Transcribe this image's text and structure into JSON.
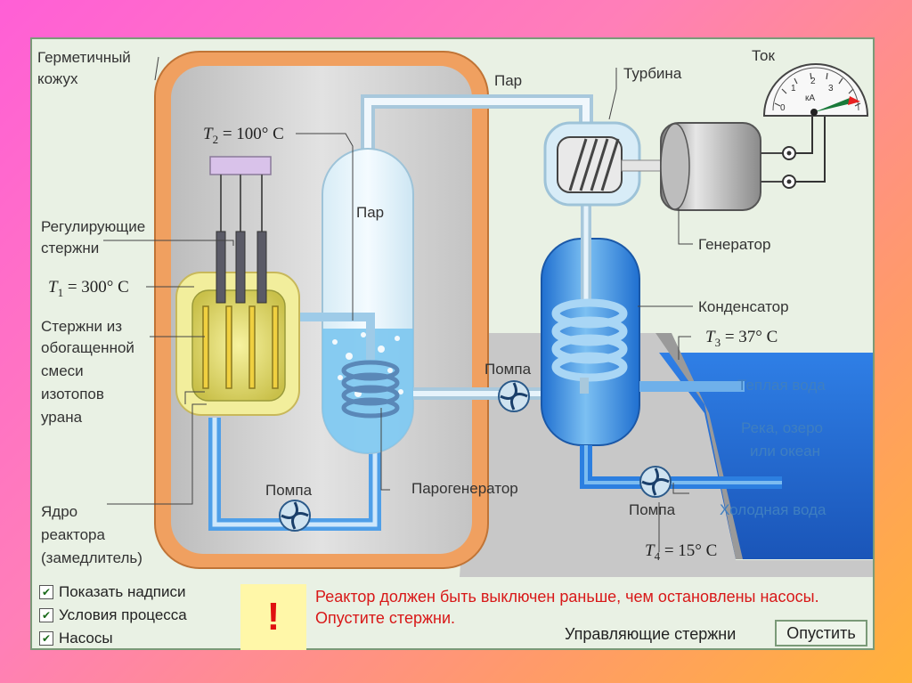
{
  "labels": {
    "casing_line1": "Герметичный",
    "casing_line2": "кожух",
    "steam_top": "Пар",
    "turbine": "Турбина",
    "current": "Ток",
    "t2": "T",
    "t2_sub": "2",
    "t2_val": " = 100° C",
    "steam_inner": "Пар",
    "rods_line1": "Регулирующие",
    "rods_line2": "стержни",
    "t1": "T",
    "t1_sub": "1",
    "t1_val": " = 300° C",
    "fuel_line1": "Стержни из",
    "fuel_line2": "обогащенной",
    "fuel_line3": "смеси",
    "fuel_line4": "изотопов",
    "fuel_line5": "урана",
    "generator": "Генератор",
    "condenser": "Конденсатор",
    "t3": "T",
    "t3_sub": "3",
    "t3_val": " = 37° C",
    "pump_mid": "Помпа",
    "warm_water": "Теплая вода",
    "river_line1": "Река, озеро",
    "river_line2": "или океан",
    "pump_bottom": "Помпа",
    "steam_generator": "Парогенератор",
    "core_line1": "Ядро",
    "core_line2": "реактора",
    "core_line3": "(замедлитель)",
    "pump_right": "Помпа",
    "cold_water": "Холодная вода",
    "t4": "T",
    "t4_sub": "4",
    "t4_val": " = 15° C",
    "meter_unit": "кА",
    "meter_ticks": [
      "0",
      "1",
      "2",
      "3"
    ]
  },
  "controls": {
    "show_labels": "Показать надписи",
    "process_conditions": "Условия процесса",
    "pumps": "Насосы",
    "warning_icon": "!",
    "warning_text": "Реактор должен быть выключен раньше, чем остановлены насосы. Опустите стержни.",
    "control_rods_label": "Управляющие стержни",
    "lower_button": "Опустить",
    "check_mark": "✔"
  },
  "icons": {
    "warning": "exclamation-icon",
    "checkbox": "checkmark-icon"
  },
  "colors": {
    "warning_text": "#d81818",
    "warning_bg": "#fff7a8",
    "casing": "#f0a060",
    "water": "#3a86d8"
  }
}
